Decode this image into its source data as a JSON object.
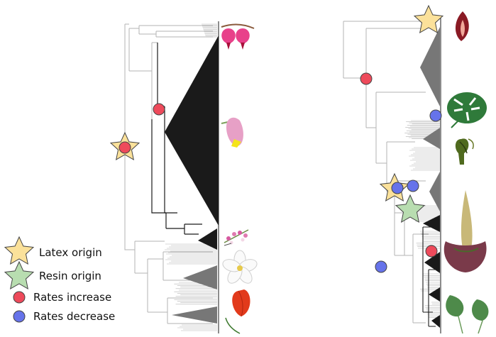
{
  "colors": {
    "latex_star": "#fbe19a",
    "resin_star": "#b8ddb0",
    "rates_increase": "#ee4a5b",
    "rates_decrease": "#6673ea",
    "tree_light": "#b3b3b3",
    "tree_dark": "#1a1a1a",
    "clade_dark": "#1a1a1a",
    "clade_gray": "#777777"
  },
  "legend": {
    "items": [
      {
        "symbol": "star",
        "color_key": "latex_star",
        "label": "Latex origin"
      },
      {
        "symbol": "star",
        "color_key": "resin_star",
        "label": "Resin origin"
      },
      {
        "symbol": "circle",
        "color_key": "rates_increase",
        "label": "Rates increase"
      },
      {
        "symbol": "circle",
        "color_key": "rates_decrease",
        "label": "Rates decrease"
      }
    ]
  },
  "panels": {
    "left": {
      "markers": [
        {
          "type": "latex-origin",
          "symbol": "star"
        },
        {
          "type": "rates-increase",
          "symbol": "circle"
        },
        {
          "type": "rates-increase",
          "symbol": "circle"
        }
      ],
      "images": [
        "bleeding-heart-flower",
        "pink-tubular-flower",
        "pink-spiky-flower",
        "white-anemone-flower",
        "red-poppy-flower"
      ]
    },
    "right": {
      "markers": [
        {
          "type": "latex-origin",
          "symbol": "star"
        },
        {
          "type": "latex-origin",
          "symbol": "star"
        },
        {
          "type": "resin-origin",
          "symbol": "star"
        },
        {
          "type": "rates-increase",
          "symbol": "circle"
        },
        {
          "type": "rates-increase",
          "symbol": "circle"
        },
        {
          "type": "rates-decrease",
          "symbol": "circle"
        },
        {
          "type": "rates-decrease",
          "symbol": "circle"
        },
        {
          "type": "rates-decrease",
          "symbol": "circle"
        },
        {
          "type": "rates-decrease",
          "symbol": "circle"
        }
      ],
      "images": [
        "dark-red-spathe",
        "monstera-leaf",
        "cobra-lily-spathe",
        "corpse-flower",
        "arrowhead-leaves"
      ]
    }
  }
}
